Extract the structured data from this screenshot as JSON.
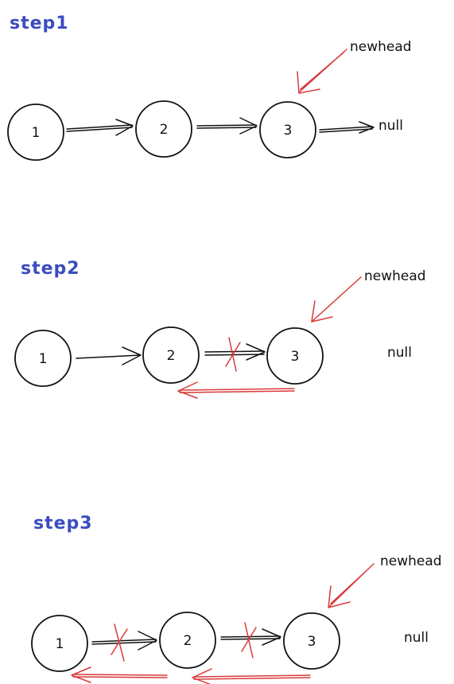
{
  "colors": {
    "title": "#3b4cc0",
    "ink": "#111111",
    "red": "#d93a3a"
  },
  "steps": [
    {
      "title": "step1",
      "nodes": [
        "1",
        "2",
        "3"
      ],
      "newhead_label": "newhead",
      "null_label": "null"
    },
    {
      "title": "step2",
      "nodes": [
        "1",
        "2",
        "3"
      ],
      "newhead_label": "newhead",
      "null_label": "null"
    },
    {
      "title": "step3",
      "nodes": [
        "1",
        "2",
        "3"
      ],
      "newhead_label": "newhead",
      "null_label": "null"
    }
  ]
}
